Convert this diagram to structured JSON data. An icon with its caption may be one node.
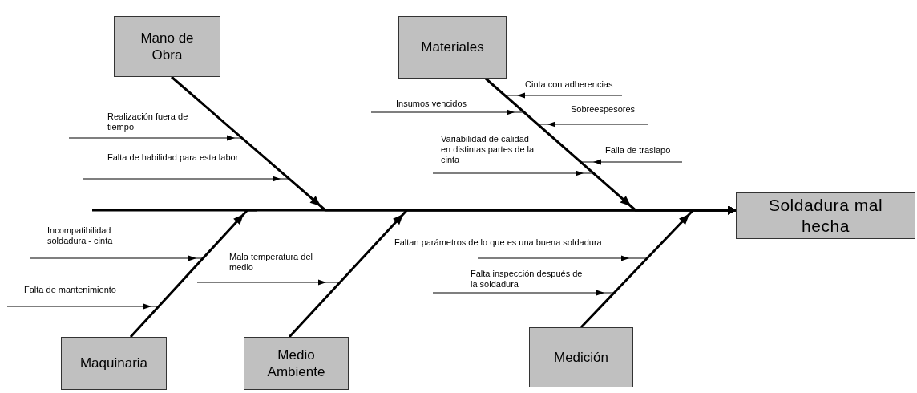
{
  "diagram": {
    "nodes": [
      {
        "text": [
          "Mano de Obra"
        ]
      },
      {
        "text": [
          "Materiales"
        ]
      },
      {
        "text": [
          "Maquinaria"
        ]
      },
      {
        "text": [
          "Medio Ambiente"
        ]
      },
      {
        "text": [
          "Medición"
        ]
      },
      {
        "text": [
          "Soldadura mal hecha"
        ]
      },
      {
        "text": [
          "Realización fuera de tiempo"
        ]
      },
      {
        "text": [
          "Falta de habilidad para esta labor"
        ]
      },
      {
        "text": [
          "Insumos vencidos"
        ]
      },
      {
        "text": [
          "Cinta con adherencias"
        ]
      },
      {
        "text": [
          "Sobreespesores"
        ]
      },
      {
        "text": [
          "Variabilidad de calidad en distintas partes de la cinta"
        ]
      },
      {
        "text": [
          "Falla de traslapo"
        ]
      },
      {
        "text": [
          "Incompatibilidad soldadura - cinta"
        ]
      },
      {
        "text": [
          "Falta de mantenimiento"
        ]
      },
      {
        "text": [
          "Mala temperatura del medio"
        ]
      },
      {
        "text": [
          "Faltan parámetros de lo que es una buena soldadura"
        ]
      },
      {
        "text": [
          "Falta inspección después de la soldadura"
        ]
      }
    ],
    "edges": [
      {
        "from": 0,
        "to": 5,
        "arrow": "to",
        "style": "thick"
      },
      {
        "from": 1,
        "to": 5,
        "arrow": "to",
        "style": "thick"
      },
      {
        "from": 2,
        "to": 5,
        "arrow": "to",
        "style": "thick"
      },
      {
        "from": 3,
        "to": 5,
        "arrow": "to",
        "style": "thick"
      },
      {
        "from": 4,
        "to": 5,
        "arrow": "to",
        "style": "thick"
      },
      {
        "from": 6,
        "to": 5,
        "arrow": "to"
      },
      {
        "from": 7,
        "to": 5,
        "arrow": "to"
      },
      {
        "from": 8,
        "to": 5,
        "arrow": "to"
      },
      {
        "from": 9,
        "to": 5,
        "arrow": "to"
      },
      {
        "from": 10,
        "to": 5,
        "arrow": "to"
      },
      {
        "from": 11,
        "to": 5,
        "arrow": "to"
      },
      {
        "from": 12,
        "to": 5,
        "arrow": "to"
      },
      {
        "from": 13,
        "to": 5,
        "arrow": "to"
      },
      {
        "from": 14,
        "to": 5,
        "arrow": "to"
      },
      {
        "from": 15,
        "to": 5,
        "arrow": "to"
      },
      {
        "from": 16,
        "to": 5,
        "arrow": "to"
      },
      {
        "from": 17,
        "to": 5,
        "arrow": "to"
      }
    ]
  }
}
